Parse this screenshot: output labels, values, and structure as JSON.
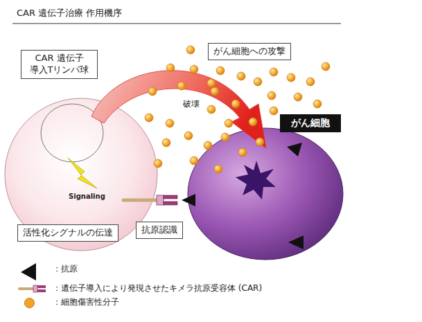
{
  "diagram": {
    "title": "CAR 遺伝子治療 作用機序",
    "nodes": [
      {
        "text": [
          "CAR 遺伝子 導入Tリンパ球"
        ]
      },
      {
        "text": [
          "Signaling"
        ]
      },
      {
        "text": [
          "活性化シグナルの伝達"
        ],
        "in": 1
      },
      {
        "text": [
          "がん細胞への攻撃"
        ]
      },
      {
        "text": [
          "がん細胞"
        ]
      },
      {
        "text": [
          "抗原認識"
        ]
      }
    ],
    "labels": [
      "破壊"
    ],
    "legend": [
      {
        "text": "：抗原"
      },
      {
        "text": "：遺伝子導入により発現させたキメラ抗原受容体 (CAR)"
      },
      {
        "text": "：細胞傷害性分子",
        "color": "#f2a428"
      }
    ]
  }
}
